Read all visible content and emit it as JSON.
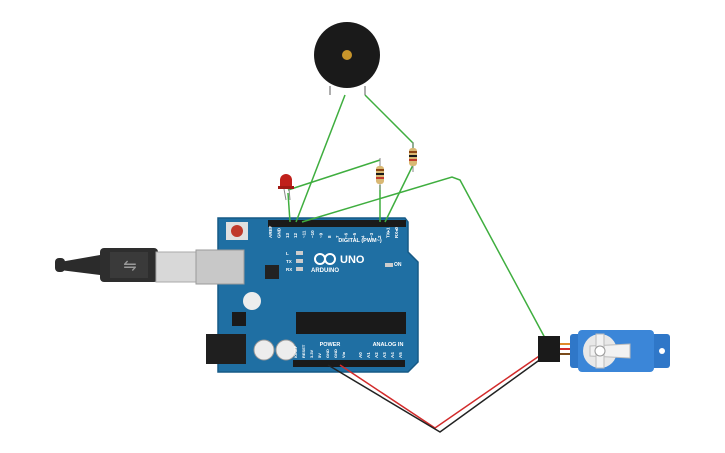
{
  "board": {
    "brand": "ARDUINO",
    "model": "UNO",
    "on_label": "ON",
    "digital_header_label": "DIGITAL (PWM~)",
    "analog_header_label": "ANALOG IN",
    "power_header_label": "POWER",
    "led_labels": [
      "L",
      "TX",
      "RX"
    ],
    "digital_pin_labels": [
      "AREF",
      "GND",
      "13",
      "12",
      "~11",
      "~10",
      "~9",
      "8",
      "7",
      "~6",
      "~5",
      "4",
      "~3",
      "2",
      "TX▸1",
      "RX◂0"
    ],
    "power_pin_labels": [
      "IOREF",
      "RESET",
      "3.3V",
      "5V",
      "GND",
      "GND",
      "Vin"
    ],
    "analog_pin_labels": [
      "A0",
      "A1",
      "A2",
      "A3",
      "A4",
      "A5"
    ]
  },
  "components": {
    "buzzer": "piezo-buzzer",
    "led": "red-led",
    "resistors": [
      "resistor-1",
      "resistor-2"
    ],
    "servo": "micro-servo",
    "usb": "usb-cable"
  },
  "colors": {
    "board": "#1f6fa3",
    "wire_signal": "#3fae3f",
    "wire_power": "#d22b2b",
    "wire_ground": "#222222",
    "led": "#c0201a",
    "servo_body": "#2f77c8"
  }
}
